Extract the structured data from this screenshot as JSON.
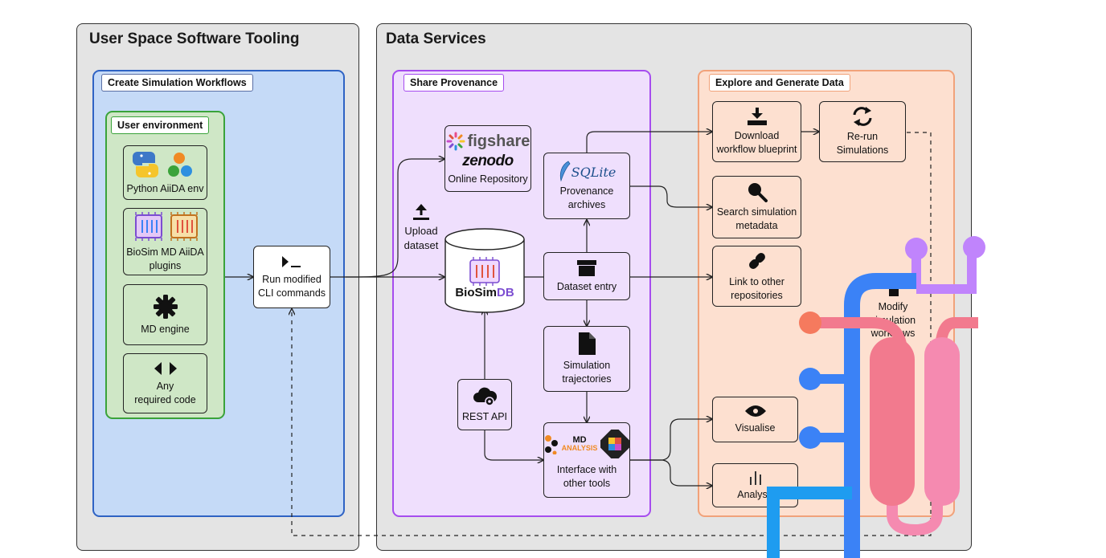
{
  "panels": {
    "user_space": {
      "title": "User Space Software Tooling"
    },
    "data_services": {
      "title": "Data Services"
    }
  },
  "groups": {
    "create_workflows": {
      "label": "Create Simulation Workflows"
    },
    "user_environment": {
      "label": "User environment"
    },
    "share_provenance": {
      "label": "Share Provenance"
    },
    "explore_generate": {
      "label": "Explore and Generate Data"
    }
  },
  "nodes": {
    "python_aiida": "Python AiiDA env",
    "biosim_plugins": "BioSim MD AiiDA\nplugins",
    "md_engine": "MD engine",
    "any_code": "Any\nrequired code",
    "run_cli": "Run modified\nCLI commands",
    "online_repo": "Online Repository",
    "upload_dataset": "Upload\ndataset",
    "provenance_archives": "Provenance\narchives",
    "dataset_entry": "Dataset entry",
    "sim_trajectories": "Simulation\ntrajectories",
    "rest_api": "REST API",
    "interface_tools": "Interface with\nother tools",
    "download_blueprint": "Download\nworkflow blueprint",
    "rerun_sims": "Re-run\nSimulations",
    "search_metadata": "Search simulation\nmetadata",
    "link_repos": "Link to other\nrepositories",
    "modify_workflows": "Modify\nsimulation\nworkflows",
    "visualise": "Visualise",
    "analyse": "Analyse"
  },
  "logos": {
    "figshare": "figshare",
    "zenodo": "zenodo",
    "sqlite": "SQLite",
    "biosimdb_a": "BioSim",
    "biosimdb_b": "DB",
    "mdanalysis_a": "MD",
    "mdanalysis_b": "ANALYSIS"
  },
  "colors": {
    "blue_group": "#c5daf7",
    "green_group": "#cfe7c6",
    "purple_group": "#efdffd",
    "orange_group": "#fde0d0",
    "pipe_blue": "#3b82f6",
    "pipe_pink": "#f27a8e",
    "pipe_purple": "#c084fc"
  }
}
